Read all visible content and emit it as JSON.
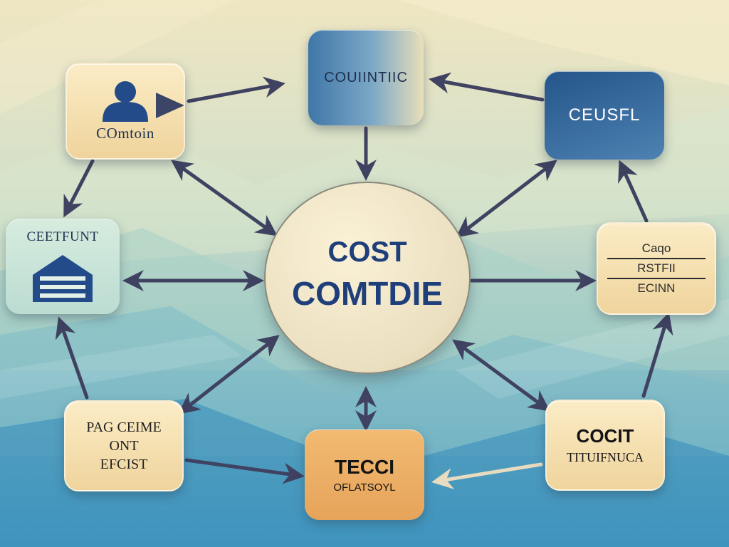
{
  "diagram": {
    "hub": {
      "line1": "COST",
      "line2": "COMTDIE"
    },
    "nodes": {
      "company": {
        "label": "COmtoin",
        "icon": "person-icon"
      },
      "counter": {
        "label": "COUIINTIIC"
      },
      "ceusfl": {
        "label": "CEUSFL"
      },
      "certifant": {
        "label": "CEETFUNT",
        "icon": "warehouse-icon"
      },
      "cago": {
        "rows": [
          "Caqo",
          "RSTFII",
          "ECINN"
        ]
      },
      "pag": {
        "lines": [
          "PAG CEIME",
          "ONT",
          "EFCIST"
        ]
      },
      "tecci": {
        "title": "TECCI",
        "subtitle": "OFLATSOYL"
      },
      "cocit": {
        "title": "COCIT",
        "subtitle": "TITUIFNUCA"
      }
    },
    "colors": {
      "navy": "#1f3f7a",
      "arrow": "#3f4260",
      "cream": "#f6e2b2",
      "blue": "#2e5f94"
    }
  }
}
